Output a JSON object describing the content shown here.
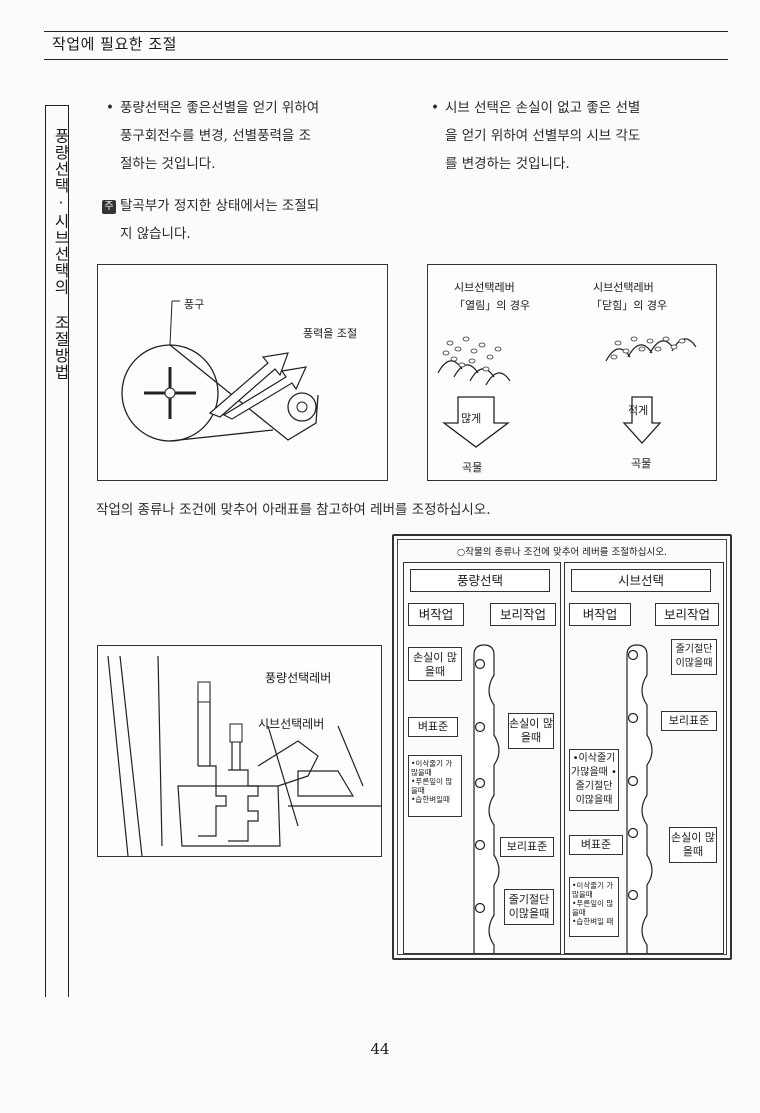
{
  "header": {
    "title": "작업에 필요한 조절"
  },
  "sidebar": {
    "title": "풍량선택·시브선택의 조절방법"
  },
  "intro": {
    "left_bullet": [
      "풍량선택은 좋은선별을 얻기 위하여",
      "풍구회전수를 변경, 선별풍력을 조",
      "절하는 것입니다."
    ],
    "note_icon": "주",
    "note": [
      "탈곡부가 정지한 상태에서는 조절되",
      "지 않습니다."
    ],
    "right_bullet": [
      "시브 선택은 손실이 없고 좋은 선별",
      "을 얻기 위하여 선별부의 시브 각도",
      "를 변경하는 것입니다."
    ]
  },
  "fan_diagram": {
    "fan_label": "풍구",
    "wind_label": "풍력을 조절"
  },
  "sieve_diagram": {
    "open": {
      "title": "시브선택레버",
      "case": "「열림」의 경우",
      "arrow_text": "많게",
      "grain": "곡물"
    },
    "closed": {
      "title": "시브선택레버",
      "case": "「닫힘」의 경우",
      "arrow_text": "적게",
      "grain": "곡물"
    }
  },
  "instruction": "작업의 종류나 조건에 맞추어 아래표를 참고하여 레버를 조정하십시오.",
  "lever_diagram": {
    "fan_lever": "풍량선택레버",
    "sieve_lever": "시브선택레버"
  },
  "table": {
    "caption": "○작물의 종류나 조건에 맞추어 레버를 조절하십시오.",
    "fan": {
      "title": "풍량선택",
      "rice": "벼작업",
      "barley": "보리작업",
      "rice_many_loss": "손실이 많을때",
      "rice_standard": "벼표준",
      "rice_note": [
        "•이삭줄기 가많을때",
        "•푸른잎이 많을때",
        "•습한벼일때"
      ],
      "barley_many_loss": "손실이 많을때",
      "barley_standard": "보리표준",
      "barley_cut_stems": "줄기절단 이많을때"
    },
    "sieve": {
      "title": "시브선택",
      "rice": "벼작업",
      "barley": "보리작업",
      "barley_cut_stems": "줄기절단 이많을때",
      "barley_standard": "보리표준",
      "rice_stems": "•이삭줄기 가많을때 •줄기절단 이많을때",
      "rice_standard": "벼표준",
      "barley_many_loss": "손실이 많을때",
      "rice_note": [
        "•이삭줄기 가많을때",
        "•푸른잎이 많을때",
        "•습한벼일 때"
      ]
    }
  },
  "page_number": "44"
}
